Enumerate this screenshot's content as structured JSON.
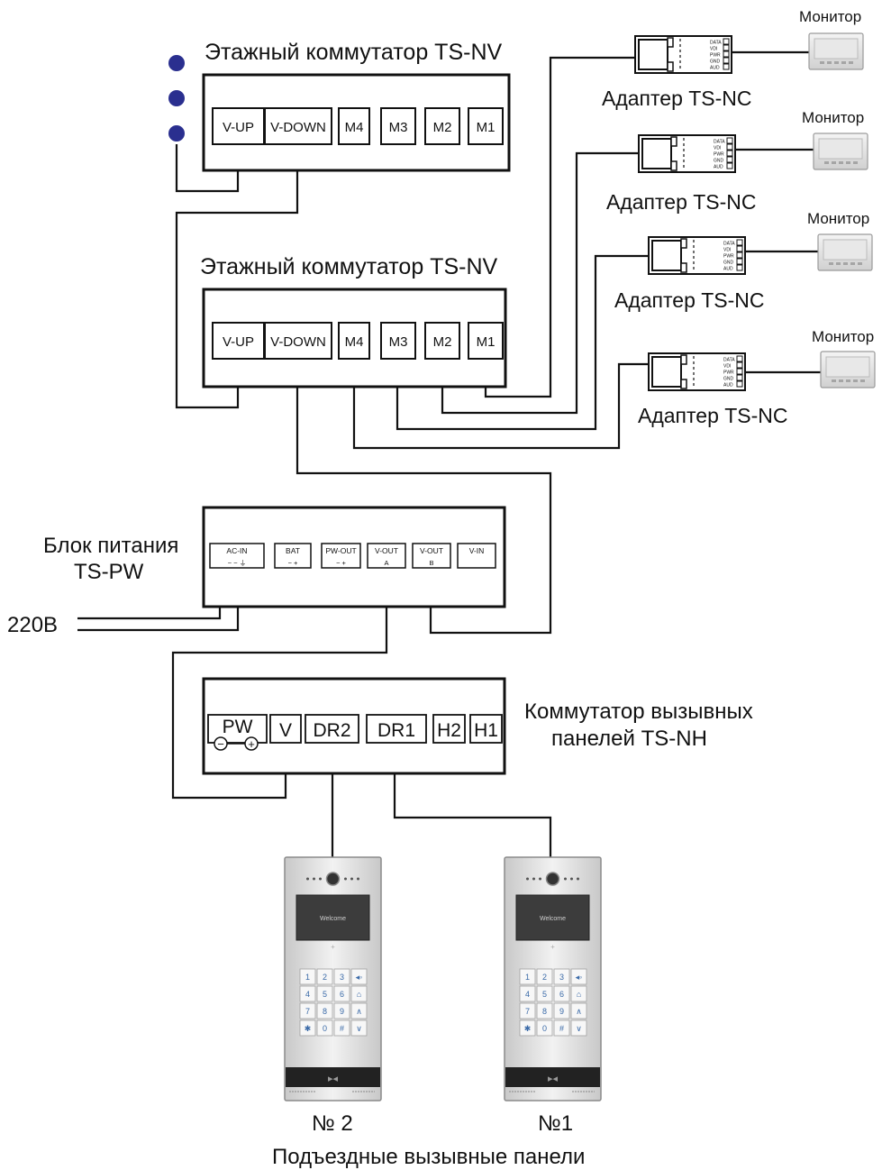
{
  "floor_switch_top": {
    "title": "Этажный коммутатор TS-NV",
    "ports": [
      "V-UP",
      "V-DOWN",
      "M4",
      "M3",
      "M2",
      "M1"
    ]
  },
  "floor_switch_bottom": {
    "title": "Этажный коммутатор TS-NV",
    "ports": [
      "V-UP",
      "V-DOWN",
      "M4",
      "M3",
      "M2",
      "M1"
    ]
  },
  "adapters": [
    {
      "label": "Адаптер TS-NC",
      "monitor": "Монитор"
    },
    {
      "label": "Адаптер TS-NC",
      "monitor": "Монитор"
    },
    {
      "label": "Адаптер TS-NC",
      "monitor": "Монитор"
    },
    {
      "label": "Адаптер TS-NC",
      "monitor": "Монитор"
    }
  ],
  "adapter_terminals": [
    "DATA",
    "VDI",
    "PWR",
    "GND",
    "AUD"
  ],
  "power_supply": {
    "title_line1": "Блок питания",
    "title_line2": "TS-PW",
    "ports": [
      {
        "name": "AC-IN",
        "sub": "~  ~  ⏚"
      },
      {
        "name": "BAT",
        "sub": "−      +"
      },
      {
        "name": "PW-OUT",
        "sub": "−      +"
      },
      {
        "name": "V-OUT",
        "sub": "A"
      },
      {
        "name": "V-OUT",
        "sub": "B"
      },
      {
        "name": "V-IN",
        "sub": ""
      }
    ],
    "mains_label": "220В"
  },
  "panel_switch": {
    "title_line1": "Коммутатор вызывных",
    "title_line2": "панелей TS-NH",
    "ports": [
      "PW",
      "V",
      "DR2",
      "DR1",
      "H2",
      "H1"
    ],
    "pw_minus": "−",
    "pw_plus": "+"
  },
  "call_panels": [
    {
      "number": "№ 2",
      "screen": "Welcome"
    },
    {
      "number": "№1",
      "screen": "Welcome"
    }
  ],
  "keypad": [
    "1",
    "2",
    "3",
    "◂◦",
    "4",
    "5",
    "6",
    "⌂",
    "7",
    "8",
    "9",
    "∧",
    "✱",
    "0",
    "#",
    "∨"
  ],
  "footer": "Подъездные вызывные панели",
  "colors": {
    "line": "#111111",
    "dot": "#2a2f8f",
    "panel": "#d9d9d9",
    "screen": "#3c3c3c"
  }
}
